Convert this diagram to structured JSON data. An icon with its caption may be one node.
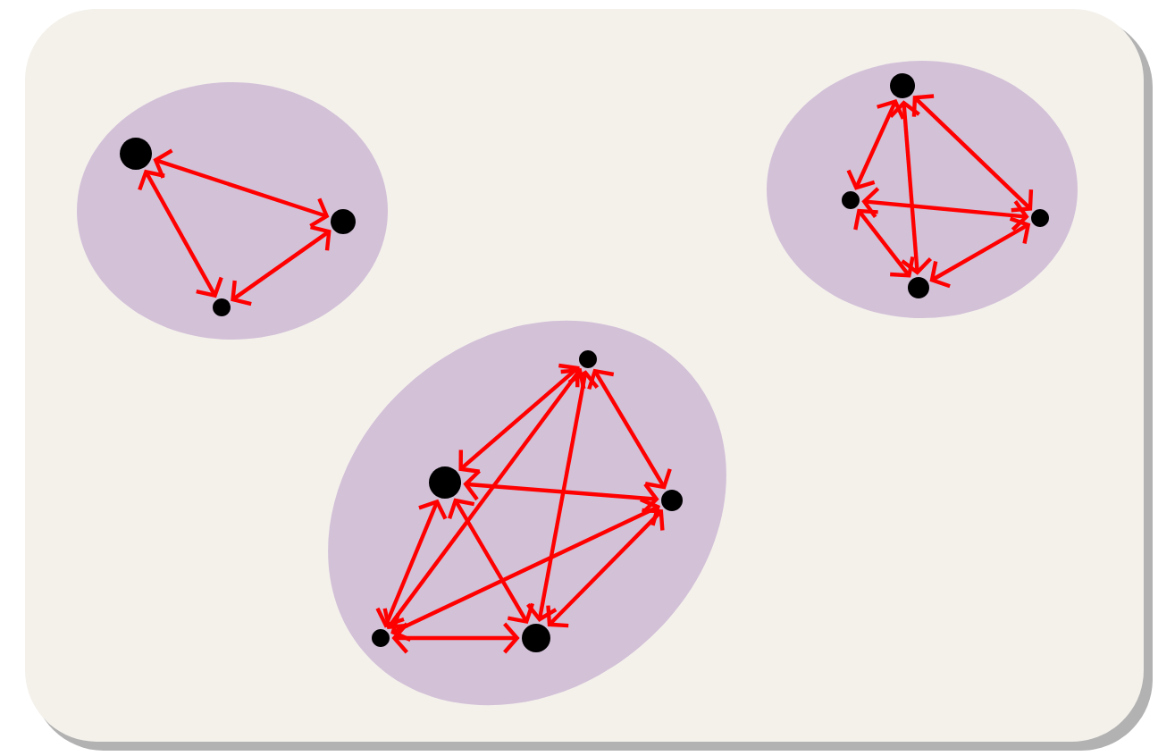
{
  "diagram": {
    "nodes": [
      {
        "text": [],
        "shape": "ellipse"
      },
      {
        "text": [],
        "shape": "circle",
        "in": 0
      },
      {
        "text": [],
        "shape": "circle",
        "in": 0
      },
      {
        "text": [],
        "shape": "circle",
        "in": 0
      },
      {
        "text": [],
        "shape": "ellipse"
      },
      {
        "text": [],
        "shape": "circle",
        "in": 4
      },
      {
        "text": [],
        "shape": "circle",
        "in": 4
      },
      {
        "text": [],
        "shape": "circle",
        "in": 4
      },
      {
        "text": [],
        "shape": "circle",
        "in": 4
      },
      {
        "text": [],
        "shape": "ellipse"
      },
      {
        "text": [],
        "shape": "circle",
        "in": 9
      },
      {
        "text": [],
        "shape": "circle",
        "in": 9
      },
      {
        "text": [],
        "shape": "circle",
        "in": 9
      },
      {
        "text": [],
        "shape": "circle",
        "in": 9
      },
      {
        "text": [],
        "shape": "circle",
        "in": 9
      }
    ],
    "edges": [
      {
        "from": 1,
        "to": 2,
        "arrow": "both"
      },
      {
        "from": 1,
        "to": 3,
        "arrow": "both"
      },
      {
        "from": 2,
        "to": 3,
        "arrow": "both"
      },
      {
        "from": 5,
        "to": 6,
        "arrow": "both"
      },
      {
        "from": 5,
        "to": 7,
        "arrow": "both"
      },
      {
        "from": 5,
        "to": 8,
        "arrow": "both"
      },
      {
        "from": 6,
        "to": 7,
        "arrow": "both"
      },
      {
        "from": 6,
        "to": 8,
        "arrow": "both"
      },
      {
        "from": 7,
        "to": 8,
        "arrow": "both"
      },
      {
        "from": 10,
        "to": 11,
        "arrow": "both"
      },
      {
        "from": 10,
        "to": 12,
        "arrow": "both"
      },
      {
        "from": 10,
        "to": 13,
        "arrow": "both"
      },
      {
        "from": 10,
        "to": 14,
        "arrow": "both"
      },
      {
        "from": 11,
        "to": 12,
        "arrow": "both"
      },
      {
        "from": 11,
        "to": 13,
        "arrow": "both"
      },
      {
        "from": 11,
        "to": 14,
        "arrow": "both"
      },
      {
        "from": 12,
        "to": 13,
        "arrow": "both"
      },
      {
        "from": 12,
        "to": 14,
        "arrow": "both"
      },
      {
        "from": 13,
        "to": 14,
        "arrow": "both"
      }
    ]
  }
}
